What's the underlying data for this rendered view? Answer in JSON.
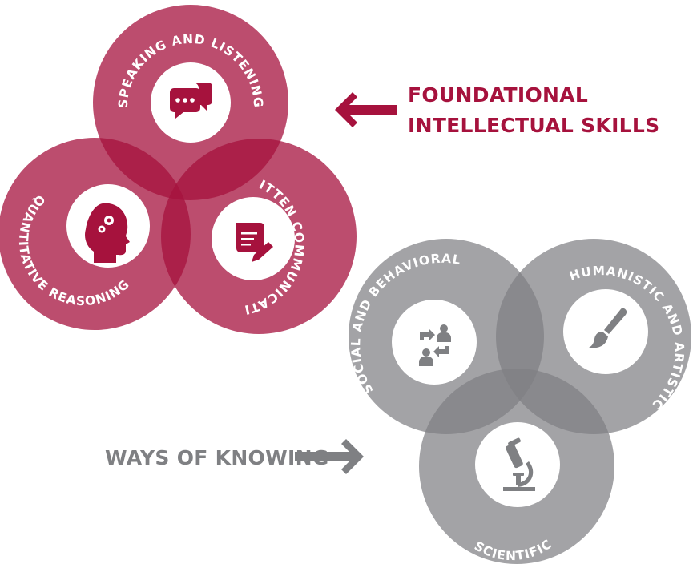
{
  "headings": {
    "foundational_line1": "FOUNDATIONAL",
    "foundational_line2": "INTELLECTUAL SKILLS",
    "ways_of_knowing": "WAYS OF KNOWING"
  },
  "foundational_circles": {
    "speaking": "SPEAKING AND LISTENING",
    "quantitative": "QUANTITATIVE REASONING",
    "written": "WRITTEN COMMUNICATION"
  },
  "knowing_circles": {
    "social": "SOCIAL AND BEHAVIORAL",
    "humanistic": "HUMANISTIC AND ARTISTIC",
    "scientific": "SCIENTIFIC"
  },
  "icons": {
    "speaking": "speech-bubbles-icon",
    "quantitative": "head-gears-icon",
    "written": "book-pen-icon",
    "social": "people-exchange-icon",
    "humanistic": "paintbrush-icon",
    "scientific": "microscope-icon"
  },
  "colors": {
    "foundational": "#a6123d",
    "knowing": "#7f8083",
    "icon_bg": "#ffffff"
  }
}
